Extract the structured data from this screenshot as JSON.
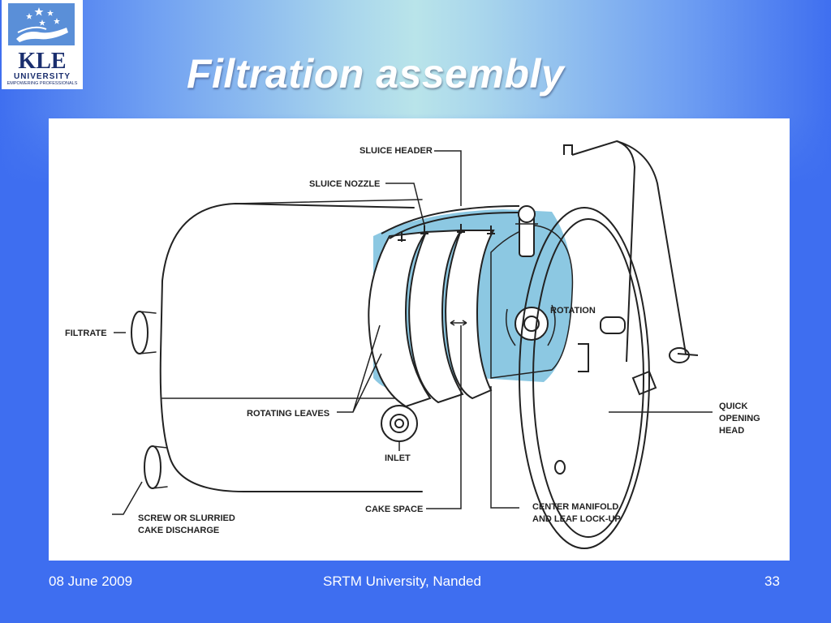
{
  "slide": {
    "title": "Filtration assembly",
    "footer_date": "08 June 2009",
    "footer_org": "SRTM University, Nanded",
    "page_number": "33"
  },
  "logo": {
    "name": "KLE",
    "line2": "UNIVERSITY",
    "tagline": "EMPOWERING PROFESSIONALS",
    "icon": "stars-over-hand-icon"
  },
  "diagram": {
    "labels": {
      "sluice_header": "SLUICE HEADER",
      "sluice_nozzle": "SLUICE NOZZLE",
      "filtrate": "FILTRATE",
      "rotation": "ROTATION",
      "quick_opening_head_1": "QUICK",
      "quick_opening_head_2": "OPENING",
      "quick_opening_head_3": "HEAD",
      "rotating_leaves": "ROTATING LEAVES",
      "inlet": "INLET",
      "screw_discharge_1": "SCREW OR SLURRIED",
      "screw_discharge_2": "CAKE DISCHARGE",
      "cake_space": "CAKE SPACE",
      "center_manifold_1": "CENTER MANIFOLD",
      "center_manifold_2": "AND LEAF LOCK-UP"
    },
    "colors": {
      "highlight": "#8cc8e2",
      "line": "#222222"
    }
  }
}
